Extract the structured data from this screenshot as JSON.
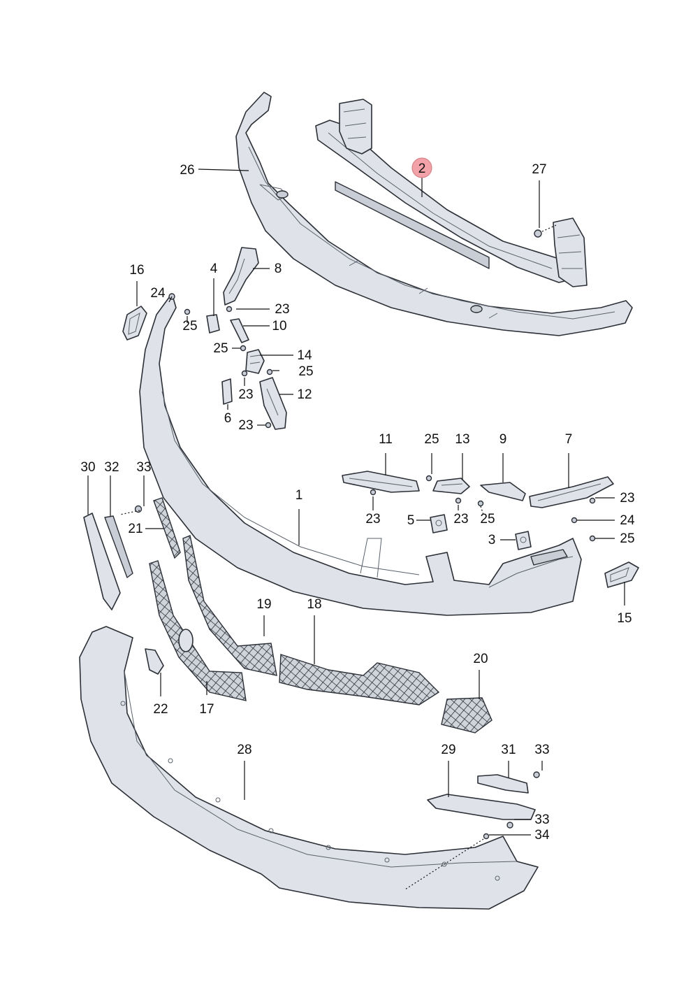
{
  "diagram": {
    "highlight_color": "#f2a2a8",
    "callouts": [
      {
        "id": "c26",
        "text": "26"
      },
      {
        "id": "c2",
        "text": "2",
        "highlighted": true
      },
      {
        "id": "c27",
        "text": "27"
      },
      {
        "id": "c16",
        "text": "16"
      },
      {
        "id": "c4",
        "text": "4"
      },
      {
        "id": "c8",
        "text": "8"
      },
      {
        "id": "c24a",
        "text": "24"
      },
      {
        "id": "c23a",
        "text": "23"
      },
      {
        "id": "c25a",
        "text": "25"
      },
      {
        "id": "c10",
        "text": "10"
      },
      {
        "id": "c25b",
        "text": "25"
      },
      {
        "id": "c14",
        "text": "14"
      },
      {
        "id": "c25c",
        "text": "25"
      },
      {
        "id": "c23b",
        "text": "23"
      },
      {
        "id": "c12",
        "text": "12"
      },
      {
        "id": "c6",
        "text": "6"
      },
      {
        "id": "c23c",
        "text": "23"
      },
      {
        "id": "c11",
        "text": "11"
      },
      {
        "id": "c25d",
        "text": "25"
      },
      {
        "id": "c13",
        "text": "13"
      },
      {
        "id": "c9",
        "text": "9"
      },
      {
        "id": "c7",
        "text": "7"
      },
      {
        "id": "c30",
        "text": "30"
      },
      {
        "id": "c32",
        "text": "32"
      },
      {
        "id": "c33a",
        "text": "33"
      },
      {
        "id": "c23d",
        "text": "23"
      },
      {
        "id": "c23e",
        "text": "23"
      },
      {
        "id": "c1",
        "text": "1"
      },
      {
        "id": "c21",
        "text": "21"
      },
      {
        "id": "c5",
        "text": "5"
      },
      {
        "id": "c23f",
        "text": "23"
      },
      {
        "id": "c25e",
        "text": "25"
      },
      {
        "id": "c24b",
        "text": "24"
      },
      {
        "id": "c3",
        "text": "3"
      },
      {
        "id": "c25f",
        "text": "25"
      },
      {
        "id": "c19",
        "text": "19"
      },
      {
        "id": "c18",
        "text": "18"
      },
      {
        "id": "c15",
        "text": "15"
      },
      {
        "id": "c20",
        "text": "20"
      },
      {
        "id": "c22",
        "text": "22"
      },
      {
        "id": "c17",
        "text": "17"
      },
      {
        "id": "c28",
        "text": "28"
      },
      {
        "id": "c29",
        "text": "29"
      },
      {
        "id": "c31",
        "text": "31"
      },
      {
        "id": "c33b",
        "text": "33"
      },
      {
        "id": "c33c",
        "text": "33"
      },
      {
        "id": "c34",
        "text": "34"
      }
    ]
  }
}
